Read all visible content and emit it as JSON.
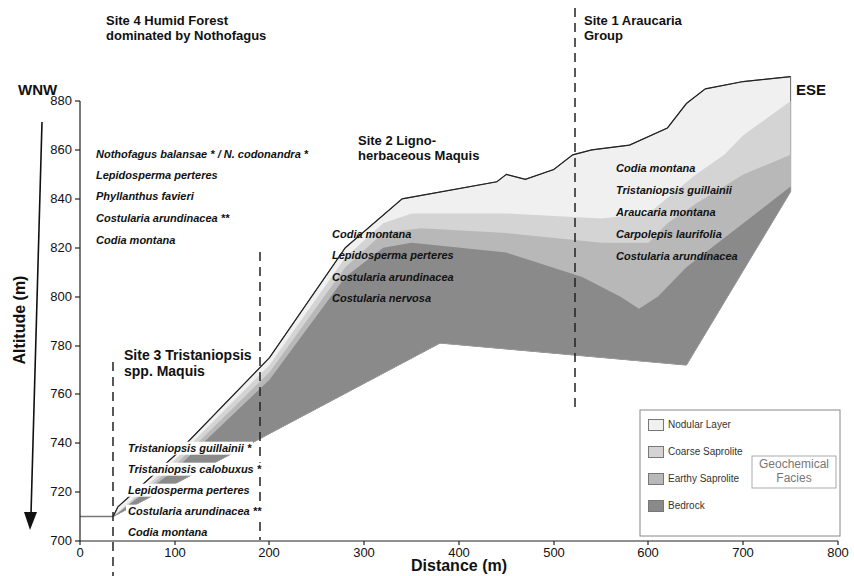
{
  "diagram": {
    "labels": [
      "WNW",
      "Site 4 Humid Forest dominated by Nothofagus",
      "Nothofagus balansae * / N. codonandra *",
      "Lepidosperma perteres",
      "Phyllanthus favieri",
      "Costularia arundinacea **",
      "Codia montana",
      "Site 2 Ligno-herbaceous Maquis",
      "Codia montana",
      "Lepidosperma perteres",
      "Costularia arundinacea",
      "Costularia nervosa",
      "Site 1 Araucaria Group",
      "Codia montana",
      "Tristaniopsis guillainii",
      "Araucaria montana",
      "Carpolepis laurifolia",
      "Costularia arundinacea",
      "ESE",
      "Site 3 Tristaniopsis spp. Maquis",
      "Tristaniopsis guillainii *",
      "Tristaniopsis calobuxus *",
      "Lepidosperma perteres",
      "Costularia arundinacea **",
      "Codia montana",
      "Geochemical Facies",
      "Altitude (m)",
      "700",
      "720",
      "740",
      "760",
      "780",
      "800",
      "820",
      "840",
      "860",
      "880",
      "Distance (m)",
      "0",
      "100",
      "200",
      "300",
      "400",
      "500",
      "600",
      "700",
      "800"
    ],
    "legend": [
      {
        "text": "Nodular Layer",
        "color": "#f0f0f0"
      },
      {
        "text": "Coarse Saprolite",
        "color": "#d4d4d4"
      },
      {
        "text": "Earthy Saprolite",
        "color": "#b8b8b8"
      },
      {
        "text": "Bedrock",
        "color": "#8a8a8a"
      }
    ]
  }
}
